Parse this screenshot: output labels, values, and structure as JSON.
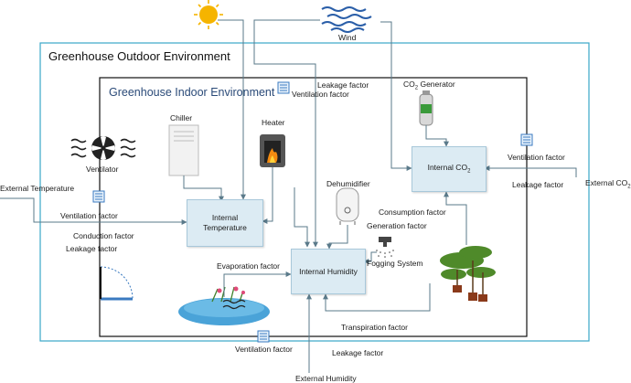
{
  "outdoor": {
    "title": "Greenhouse Outdoor Environment"
  },
  "indoor": {
    "title": "Greenhouse Indoor Environment"
  },
  "boxes": {
    "temperature": {
      "line1": "Internal",
      "line2": "Temperature"
    },
    "humidity": {
      "text": "Internal Humidity"
    },
    "co2": {
      "text": "Internal CO",
      "sub": "2"
    }
  },
  "devices": {
    "ventilator": "Ventilator",
    "chiller": "Chiller",
    "heater": "Heater",
    "dehumidifier": "Dehumidifier",
    "fogging": "Fogging System",
    "co2_generator": "CO",
    "co2_generator_sub": "2",
    "co2_generator_rest": " Generator",
    "wind": "Wind"
  },
  "inputs": {
    "external_temperature": "External Temperature",
    "external_humidity": "External Humidity",
    "external_co2": "External CO",
    "external_co2_sub": "2"
  },
  "factors": {
    "leakage_top": "Leakage factor",
    "ventilation_top": "Ventilation factor",
    "ventilation_left": "Ventilation factor",
    "conduction": "Conduction factor",
    "leakage_left": "Leakage factor",
    "evaporation": "Evaporation factor",
    "consumption": "Consumption factor",
    "generation": "Generation factor",
    "transpiration": "Transpiration factor",
    "ventilation_right": "Ventilation factor",
    "leakage_right": "Leakage factor",
    "ventilation_bottom": "Ventilation factor",
    "leakage_bottom": "Leakage factor"
  },
  "colors": {
    "outer_border": "#3aa6c8",
    "inner_border": "#111111",
    "box_fill": "#dcebf3",
    "arrow": "#5a7a8a",
    "sun": "#f5b400",
    "water": "#4aa3d8",
    "plant": "#4f8a2a"
  }
}
